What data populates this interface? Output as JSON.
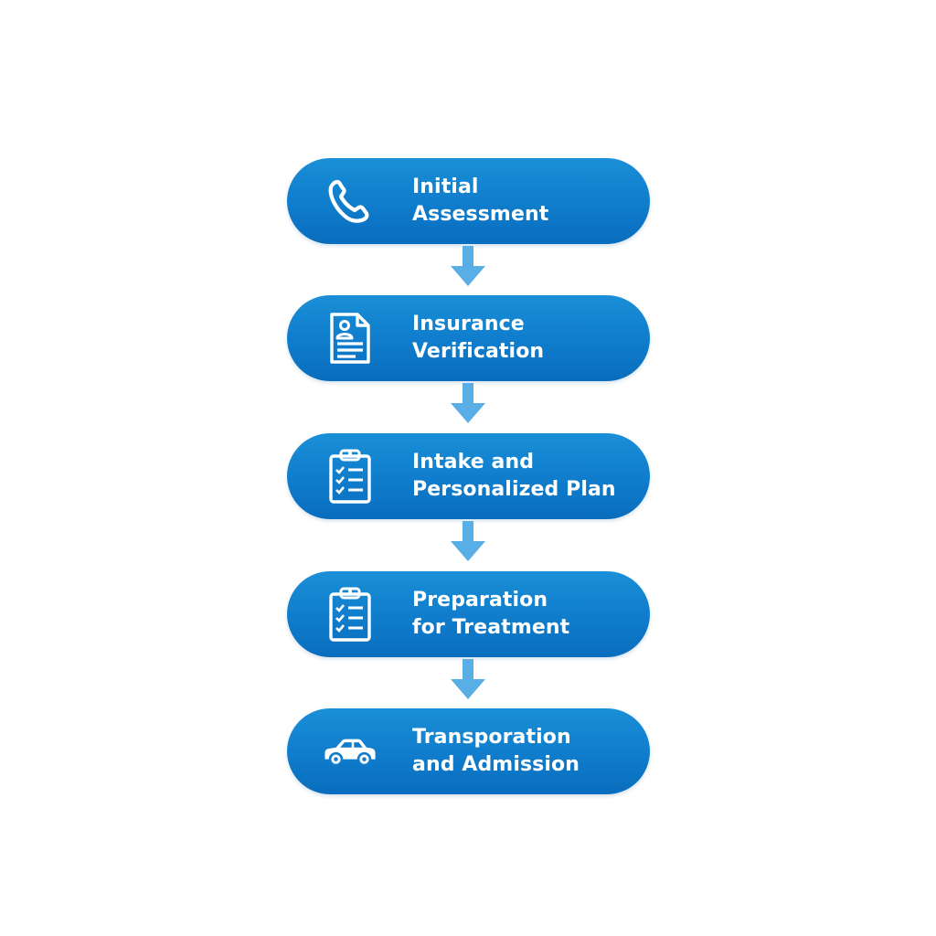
{
  "flowchart": {
    "steps": [
      {
        "line1": "Initial",
        "line2": "Assessment",
        "icon": "phone-icon"
      },
      {
        "line1": "Insurance",
        "line2": "Verification",
        "icon": "document-person-icon"
      },
      {
        "line1": "Intake and",
        "line2": "Personalized Plan",
        "icon": "clipboard-checklist-icon"
      },
      {
        "line1": "Preparation",
        "line2": "for Treatment",
        "icon": "clipboard-checklist-icon"
      },
      {
        "line1": "Transporation",
        "line2": "and Admission",
        "icon": "car-icon"
      }
    ]
  },
  "colors": {
    "step_fill": "#0f7ccc",
    "arrow_fill": "#5aaee6",
    "text": "#ffffff"
  }
}
